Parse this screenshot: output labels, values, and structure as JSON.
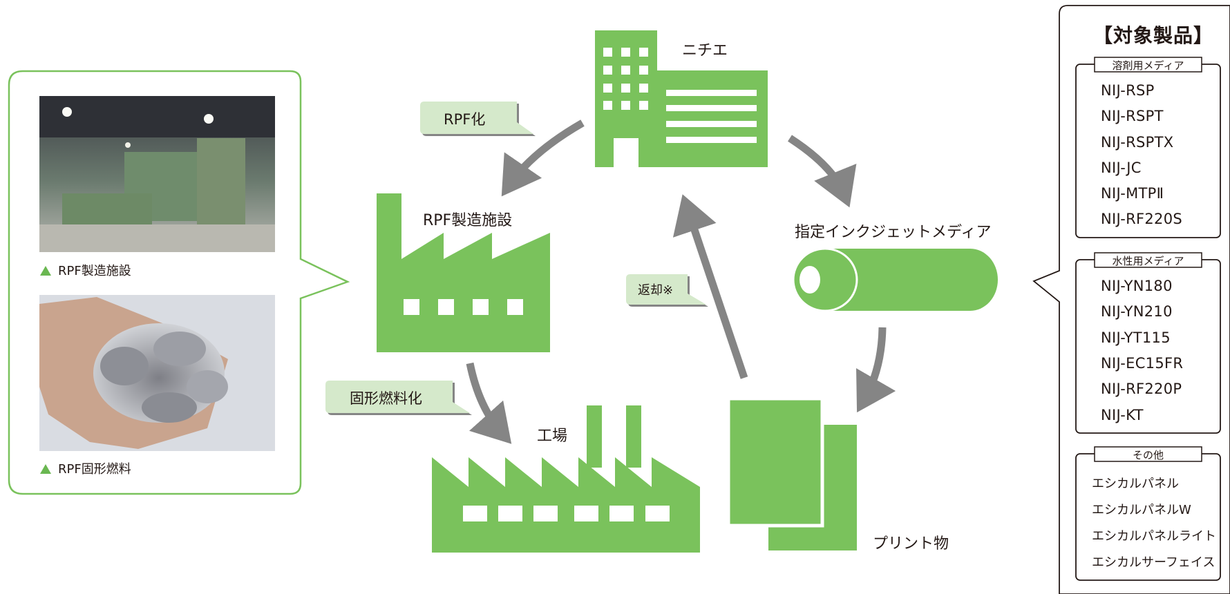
{
  "nodes": {
    "nichie": "ニチエ",
    "media": "指定インクジェットメディア",
    "print": "プリント物",
    "factory": "工場",
    "rpf_facility": "RPF製造施設"
  },
  "callouts": {
    "rpf": "RPF化",
    "solid_fuel": "固形燃料化",
    "return": "返却※"
  },
  "photos": {
    "facility_caption": "RPF製造施設",
    "fuel_caption": "RPF固形燃料"
  },
  "products": {
    "title": "【対象製品】",
    "solvent": {
      "title": "溶剤用メディア",
      "items": [
        "NIJ-RSP",
        "NIJ-RSPT",
        "NIJ-RSPTX",
        "NIJ-JC",
        "NIJ-MTPⅡ",
        "NIJ-RF220S"
      ]
    },
    "water": {
      "title": "水性用メディア",
      "items": [
        "NIJ-YN180",
        "NIJ-YN210",
        "NIJ-YT115",
        "NIJ-EC15FR",
        "NIJ-RF220P",
        "NIJ-KT"
      ]
    },
    "other": {
      "title": "その他",
      "items": [
        "エシカルパネル",
        "エシカルパネルW",
        "エシカルパネルライト",
        "エシカルサーフェイス"
      ]
    }
  },
  "colors": {
    "green": "#7ac25c",
    "callout_fill": "#d5e9cb",
    "arrow": "#858585",
    "outline_green": "#7ac25c"
  }
}
